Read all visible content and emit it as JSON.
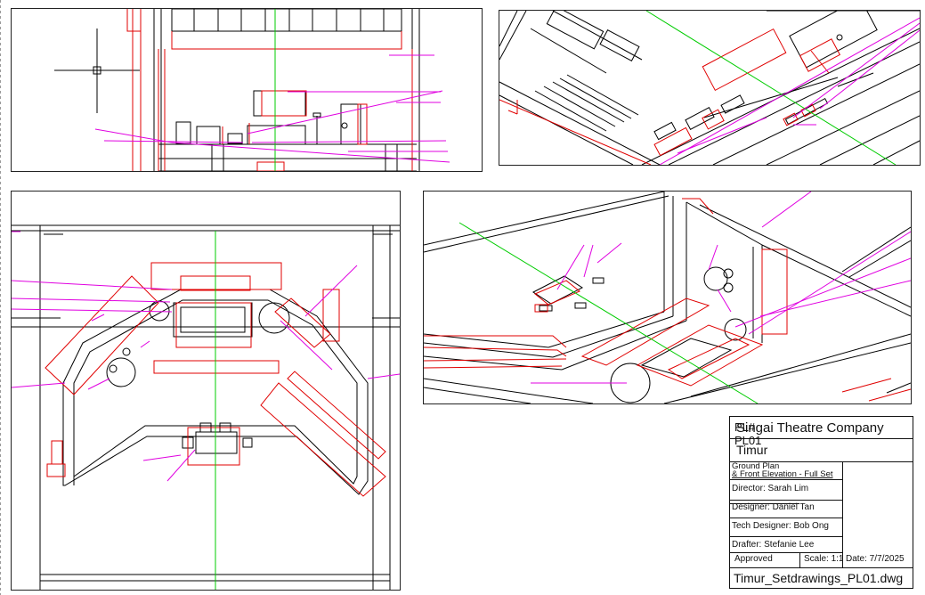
{
  "title_block": {
    "company": "Singai Theatre Company",
    "show": "Timur",
    "drawing_title_line1": "Ground Plan",
    "drawing_title_line2": "& Front Elevation - Full Set",
    "plate_label": "PL#",
    "plate_number": "PL01",
    "director": "Director: Sarah Lim",
    "designer": "Designer: Daniel Tan",
    "tech_designer": "Tech Designer: Bob Ong",
    "drafter": "Drafter: Stefanie Lee",
    "approved": "Approved",
    "scale": "Scale: 1:1",
    "date": "Date: 7/7/2025",
    "filename": "Timur_Setdrawings_PL01.dwg"
  },
  "colors": {
    "linework": "#000000",
    "set_outline": "#e00000",
    "leader": "#e000e0",
    "centerline": "#00cc00"
  },
  "viewports": [
    "front-elevation",
    "isometric-upper",
    "ground-plan",
    "isometric-lower"
  ]
}
